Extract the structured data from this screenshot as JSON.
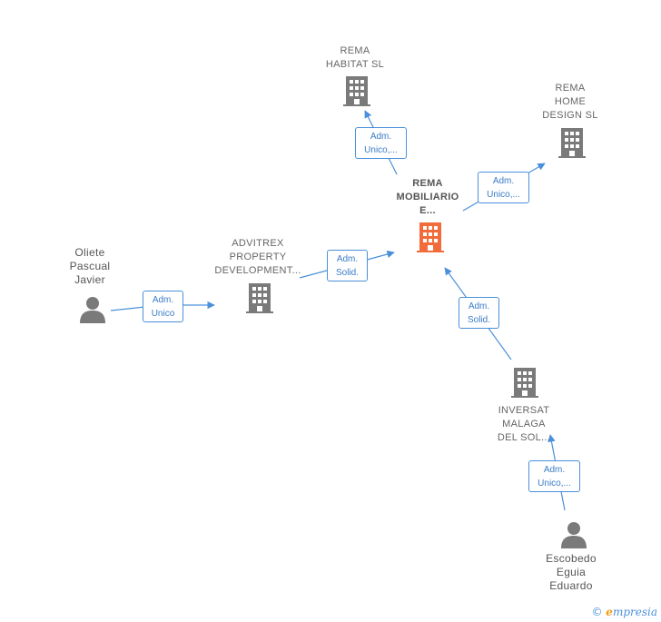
{
  "colors": {
    "edge": "#4a90d9",
    "company_icon": "#7a7a7a",
    "main_company_icon": "#f26b3a",
    "person_icon": "#7a7a7a",
    "label_text": "#666666"
  },
  "nodes": {
    "rema_habitat": {
      "label": "REMA\nHABITAT  SL",
      "icon": "building-icon"
    },
    "rema_home_design": {
      "label": "REMA\nHOME\nDESIGN  SL",
      "icon": "building-icon"
    },
    "rema_mobiliario": {
      "label": "REMA\nMOBILIARIO\nE...",
      "icon": "building-icon"
    },
    "advitrex": {
      "label": "ADVITREX\nPROPERTY\nDEVELOPMENT...",
      "icon": "building-icon"
    },
    "inversat": {
      "label": "INVERSAT\nMALAGA\nDEL SOL...",
      "icon": "building-icon"
    },
    "oliete": {
      "label": "Oliete\nPascual\nJavier",
      "icon": "person-icon"
    },
    "escobedo": {
      "label": "Escobedo\nEguia\nEduardo",
      "icon": "person-icon"
    }
  },
  "edges": {
    "to_habitat": "Adm.\nUnico,...",
    "to_home_design": "Adm.\nUnico,...",
    "advitrex_to_mobiliario": "Adm.\nSolid.",
    "oliete_to_advitrex": "Adm.\nUnico",
    "inversat_to_mobiliario": "Adm.\nSolid.",
    "escobedo_to_inversat": "Adm.\nUnico,..."
  },
  "brand": {
    "copyright": "©",
    "name": "mpresia",
    "initial": "e"
  }
}
